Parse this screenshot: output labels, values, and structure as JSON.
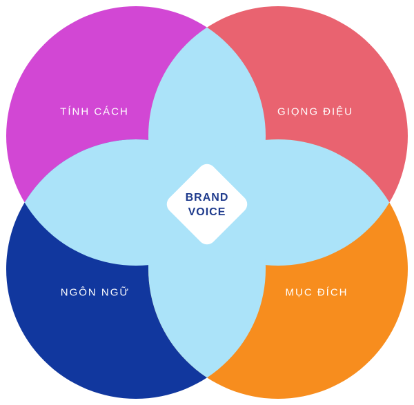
{
  "diagram": {
    "type": "venn-4",
    "background": "#FFFFFF",
    "overlap_color": "#ABE3F9",
    "label_color": "#FFFFFF",
    "circles": [
      {
        "id": "tinh-cach",
        "label": "TÍNH CÁCH",
        "color": "#D247D4",
        "position": "top-left"
      },
      {
        "id": "giong-dieu",
        "label": "GIỌNG ĐIỆU",
        "color": "#E96370",
        "position": "top-right"
      },
      {
        "id": "ngon-ngu",
        "label": "NGÔN NGỮ",
        "color": "#11379E",
        "position": "bottom-left"
      },
      {
        "id": "muc-dich",
        "label": "MỤC ĐÍCH",
        "color": "#F78D1E",
        "position": "bottom-right"
      }
    ],
    "center": {
      "line1": "BRAND",
      "line2": "VOICE",
      "text_color": "#1E3A8C",
      "bg": "#FFFFFF"
    }
  }
}
